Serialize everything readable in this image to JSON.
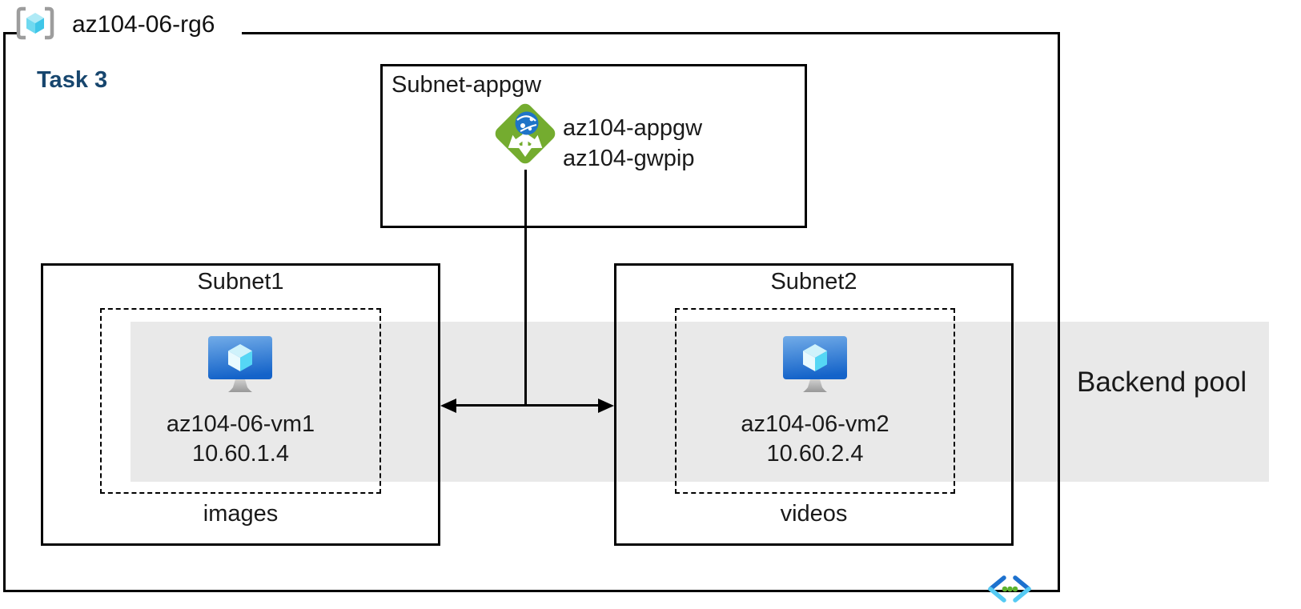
{
  "rg": {
    "name": "az104-06-rg6",
    "icon": "resource-group-icon"
  },
  "task": {
    "label": "Task 3"
  },
  "appgw_subnet": {
    "title": "Subnet-appgw",
    "gateway_name": "az104-appgw",
    "gateway_pip": "az104-gwpip",
    "icon": "application-gateway-icon"
  },
  "subnet1": {
    "title": "Subnet1",
    "vm_name": "az104-06-vm1",
    "vm_ip": "10.60.1.4",
    "label": "images",
    "icon": "virtual-machine-icon"
  },
  "subnet2": {
    "title": "Subnet2",
    "vm_name": "az104-06-vm2",
    "vm_ip": "10.60.2.4",
    "label": "videos",
    "icon": "virtual-machine-icon"
  },
  "backend_pool": {
    "label": "Backend pool"
  },
  "vnet": {
    "icon": "virtual-network-icon"
  },
  "colors": {
    "task_label_blue": "#17466E",
    "backend_band_gray": "#E9E9E9",
    "appgw_green": "#74AC2F",
    "globe_blue": "#1E74C8",
    "vm_screen_blue_top": "#72ACE8",
    "vm_screen_blue_bottom": "#1463C9",
    "cube_cyan": "#55D7F5",
    "bracket_gray": "#9D9D9D",
    "vnet_dark_blue": "#1D71CE",
    "vnet_light_cyan": "#55CAF3",
    "vnet_dot_green": "#5CB32E",
    "line_black": "#000000"
  }
}
